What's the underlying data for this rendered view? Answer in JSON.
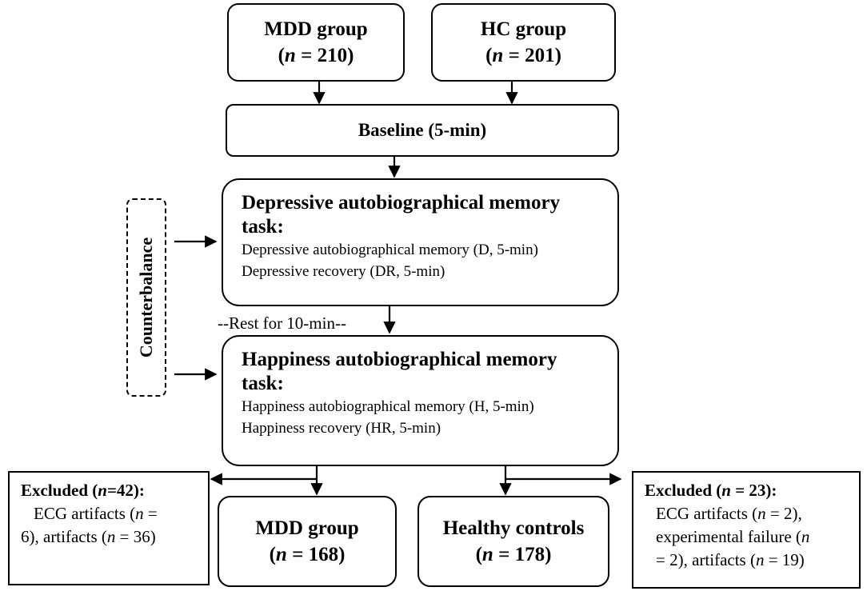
{
  "top_groups": [
    {
      "title": "MDD group",
      "n_prefix": "(",
      "n_var": "n",
      "n_value": " = 210)"
    },
    {
      "title": "HC group",
      "n_prefix": "(",
      "n_var": "n",
      "n_value": " = 201)"
    }
  ],
  "baseline": "Baseline (5-min)",
  "depressive_task": {
    "title_line1": "Depressive autobiographical memory",
    "title_line2": "task:",
    "items": [
      "Depressive autobiographical memory (D, 5-min)",
      "Depressive recovery (DR, 5-min)"
    ]
  },
  "rest": "--Rest for 10-min--",
  "happiness_task": {
    "title_line1": "Happiness autobiographical memory",
    "title_line2": "task:",
    "items": [
      "Happiness autobiographical memory (H, 5-min)",
      "Happiness recovery (HR, 5-min)"
    ]
  },
  "counterbalance": "Counterbalance",
  "excluded_left": {
    "title_a": "Excluded (",
    "title_var": "n",
    "title_b": "=42):",
    "l1_a": "ECG artifacts (",
    "l1_var": "n",
    "l1_b": " =",
    "l2_a": "6), artifacts (",
    "l2_var": "n",
    "l2_b": " = 36)"
  },
  "excluded_right": {
    "title_a": "Excluded (",
    "title_var": "n",
    "title_b": " = 23):",
    "l1_a": "ECG artifacts (",
    "l1_var": "n",
    "l1_b": " = 2),",
    "l2_a": "experimental failure (",
    "l2_var": "n",
    "l3_a": "= 2), artifacts (",
    "l3_var": "n",
    "l3_b": " = 19)"
  },
  "final_groups": [
    {
      "title": "MDD group",
      "n_prefix": "(",
      "n_var": "n",
      "n_value": " = 168)"
    },
    {
      "title": "Healthy controls",
      "n_prefix": "(",
      "n_var": "n",
      "n_value": " = 178)"
    }
  ]
}
